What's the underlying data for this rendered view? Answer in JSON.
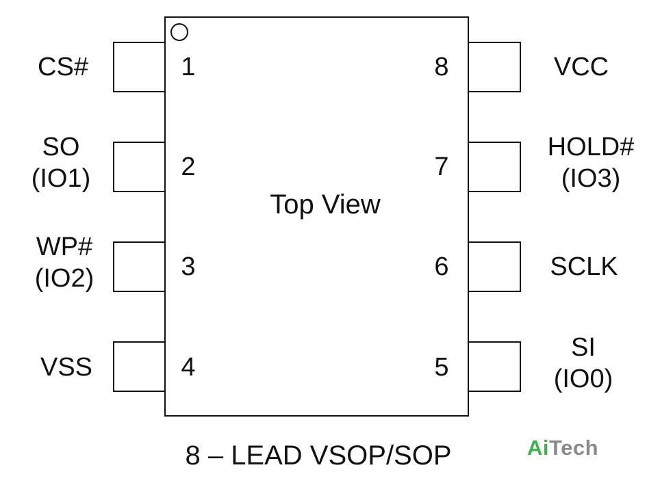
{
  "package_caption": "8 – LEAD VSOP/SOP",
  "center_label": "Top View",
  "brand": {
    "part1": "Ai",
    "part2": "Tech",
    "colors": {
      "part1": "#3ab34a",
      "part2": "#8a8a8a"
    }
  },
  "pins": {
    "p1": {
      "number": "1",
      "label": "CS#"
    },
    "p2": {
      "number": "2",
      "label": "SO",
      "sublabel": "(IO1)"
    },
    "p3": {
      "number": "3",
      "label": "WP#",
      "sublabel": "(IO2)"
    },
    "p4": {
      "number": "4",
      "label": "VSS"
    },
    "p5": {
      "number": "5",
      "label": "SI",
      "sublabel": "(IO0)"
    },
    "p6": {
      "number": "6",
      "label": "SCLK"
    },
    "p7": {
      "number": "7",
      "label": "HOLD#",
      "sublabel": "(IO3)"
    },
    "p8": {
      "number": "8",
      "label": "VCC"
    }
  }
}
